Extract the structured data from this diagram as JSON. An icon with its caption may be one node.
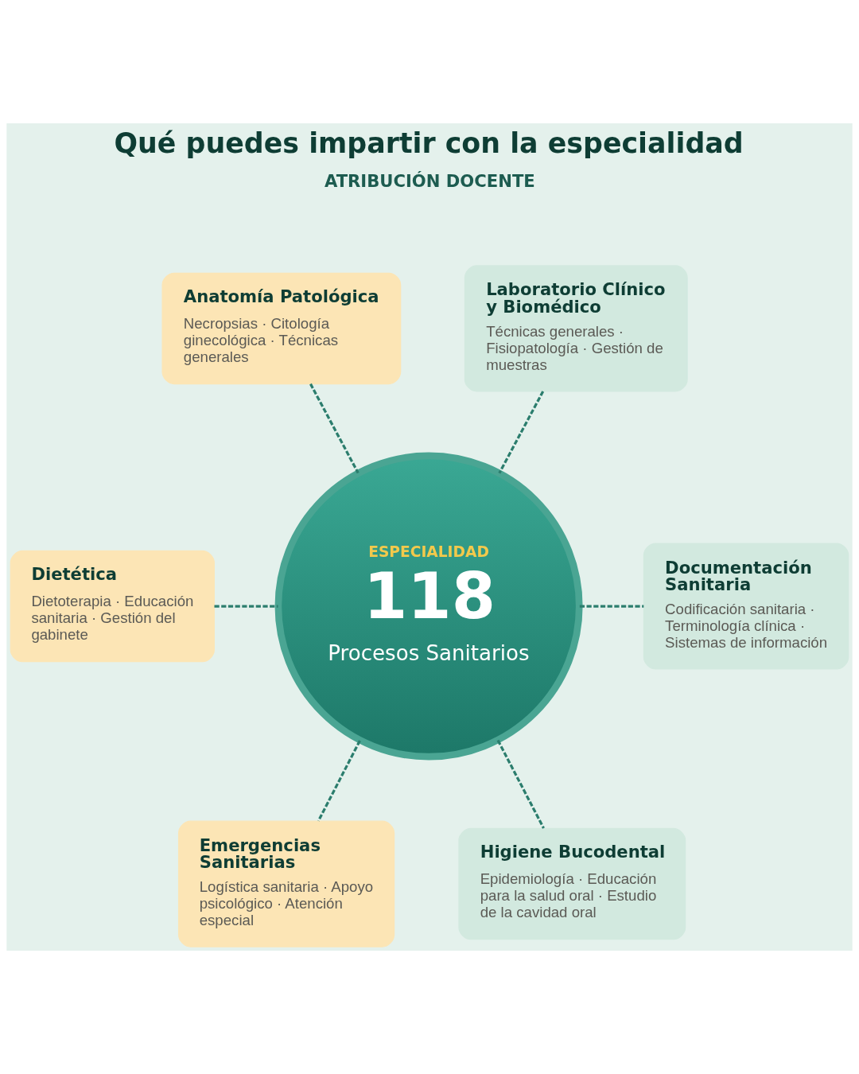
{
  "diagram": {
    "title": "Qué puedes impartir con la especialidad",
    "nodes": [
      {
        "text": [
          "Anatomía Patológica",
          "Necropsias · Citología ginecológica · Técnicas generales"
        ]
      },
      {
        "text": [
          "Laboratorio Clínico y Biomédico",
          "Técnicas generales · Fisiopatología · Gestión de muestras"
        ]
      },
      {
        "text": [
          "Dietética",
          "Dietoterapia · Educación sanitaria · Gestión del gabinete"
        ]
      },
      {
        "text": [
          "ESPECIALIDAD",
          "118",
          "Procesos Sanitarios"
        ]
      },
      {
        "text": [
          "Documentación Sanitaria",
          "Codificación sanitaria · Terminología clínica · Sistemas de información"
        ]
      },
      {
        "text": [
          "Emergencias Sanitarias",
          "Logística sanitaria · Apoyo psicológico · Atención especial"
        ]
      },
      {
        "text": [
          "Higiene Bucodental",
          "Epidemiología · Educación para la salud oral · Estudio de la cavidad oral"
        ]
      }
    ],
    "edges": [
      {
        "from": 0,
        "to": 3,
        "arrow": "none",
        "style": "dashed"
      },
      {
        "from": 1,
        "to": 3,
        "arrow": "none",
        "style": "dashed"
      },
      {
        "from": 2,
        "to": 3,
        "arrow": "none",
        "style": "dashed"
      },
      {
        "from": 3,
        "to": 4,
        "arrow": "none",
        "style": "dashed"
      },
      {
        "from": 3,
        "to": 5,
        "arrow": "none",
        "style": "dashed"
      },
      {
        "from": 3,
        "to": 6,
        "arrow": "none",
        "style": "dashed"
      }
    ],
    "labels": [
      "ATRIBUCIÓN DOCENTE"
    ]
  }
}
